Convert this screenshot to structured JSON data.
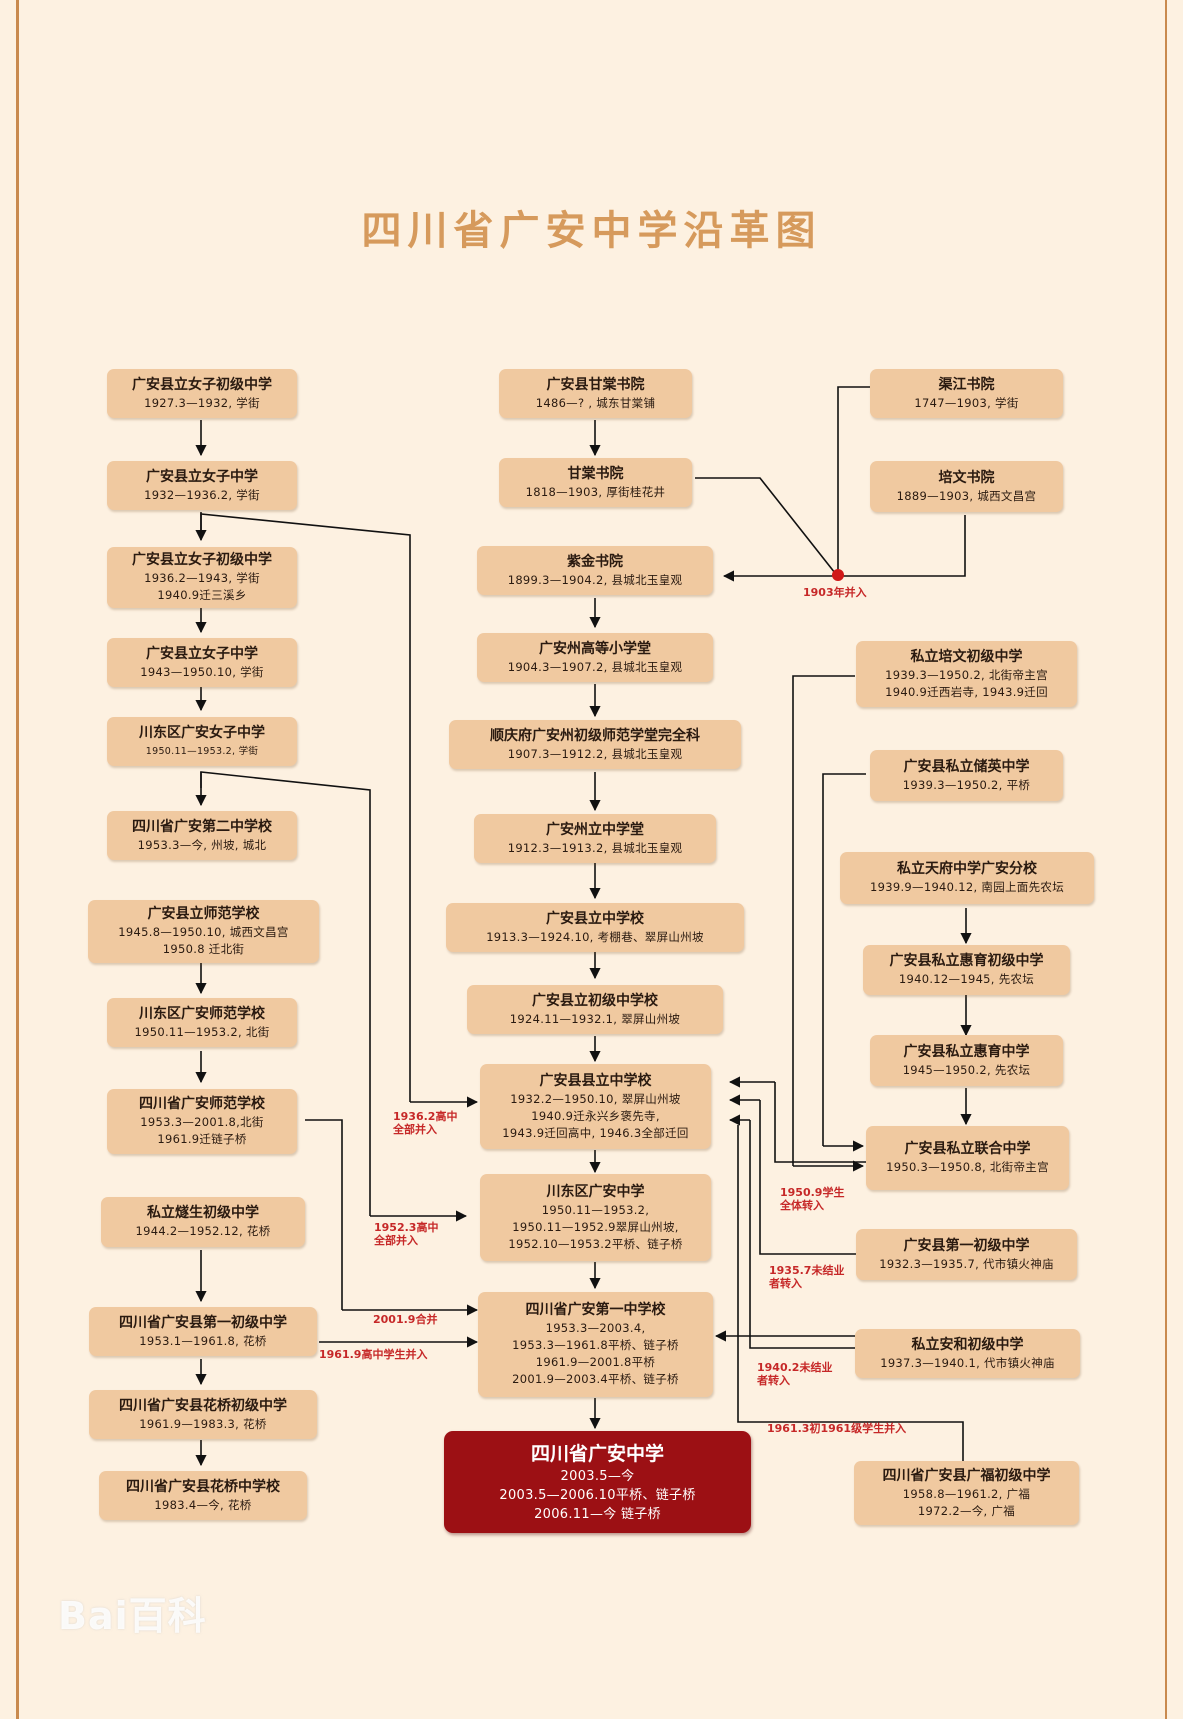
{
  "title": "四川省广安中学沿革图",
  "watermark": "Bai百科",
  "colors": {
    "box": "#f0c9a0",
    "final": "#9c1014",
    "accent": "#c62828",
    "title": "#d69a5c"
  },
  "left": [
    {
      "name": "广安县立女子初级中学",
      "lines": [
        "1927.3—1932, 学街"
      ]
    },
    {
      "name": "广安县立女子中学",
      "lines": [
        "1932—1936.2, 学街"
      ]
    },
    {
      "name": "广安县立女子初级中学",
      "lines": [
        "1936.2—1943, 学街",
        "1940.9迁三溪乡"
      ]
    },
    {
      "name": "广安县立女子中学",
      "lines": [
        "1943—1950.10, 学街"
      ]
    },
    {
      "name": "川东区广安女子中学",
      "lines": [
        "1950.11—1953.2, 学街"
      ]
    },
    {
      "name": "四川省广安第二中学校",
      "lines": [
        "1953.3—今, 州坡, 城北"
      ]
    },
    {
      "name": "广安县立师范学校",
      "lines": [
        "1945.8—1950.10, 城西文昌宫",
        "1950.8 迁北街"
      ]
    },
    {
      "name": "川东区广安师范学校",
      "lines": [
        "1950.11—1953.2, 北街"
      ]
    },
    {
      "name": "四川省广安师范学校",
      "lines": [
        "1953.3—2001.8,北街",
        "1961.9迁链子桥"
      ]
    },
    {
      "name": "私立燧生初级中学",
      "lines": [
        "1944.2—1952.12, 花桥"
      ]
    },
    {
      "name": "四川省广安县第一初级中学",
      "lines": [
        "1953.1—1961.8, 花桥"
      ]
    },
    {
      "name": "四川省广安县花桥初级中学",
      "lines": [
        "1961.9—1983.3, 花桥"
      ]
    },
    {
      "name": "四川省广安县花桥中学校",
      "lines": [
        "1983.4—今, 花桥"
      ]
    }
  ],
  "center": [
    {
      "name": "广安县甘棠书院",
      "lines": [
        "1486—? , 城东甘棠铺"
      ]
    },
    {
      "name": "甘棠书院",
      "lines": [
        "1818—1903, 厚街桂花井"
      ]
    },
    {
      "name": "紫金书院",
      "lines": [
        "1899.3—1904.2, 县城北玉皇观"
      ]
    },
    {
      "name": "广安州高等小学堂",
      "lines": [
        "1904.3—1907.2, 县城北玉皇观"
      ]
    },
    {
      "name": "顺庆府广安州初级师范学堂完全科",
      "lines": [
        "1907.3—1912.2, 县城北玉皇观"
      ]
    },
    {
      "name": "广安州立中学堂",
      "lines": [
        "1912.3—1913.2, 县城北玉皇观"
      ]
    },
    {
      "name": "广安县立中学校",
      "lines": [
        "1913.3—1924.10, 考棚巷、翠屏山州坡"
      ]
    },
    {
      "name": "广安县立初级中学校",
      "lines": [
        "1924.11—1932.1, 翠屏山州坡"
      ]
    },
    {
      "name": "广安县县立中学校",
      "lines": [
        "1932.2—1950.10, 翠屏山州坡",
        "1940.9迁永兴乡褒先寺,",
        "1943.9迁回高中, 1946.3全部迁回"
      ]
    },
    {
      "name": "川东区广安中学",
      "lines": [
        "1950.11—1953.2,",
        "1950.11—1952.9翠屏山州坡,",
        "1952.10—1953.2平桥、链子桥"
      ]
    },
    {
      "name": "四川省广安第一中学校",
      "lines": [
        "1953.3—2003.4,",
        "1953.3—1961.8平桥、链子桥",
        "1961.9—2001.8平桥",
        "2001.9—2003.4平桥、链子桥"
      ]
    },
    {
      "name": "四川省广安中学",
      "lines": [
        "2003.5—今",
        "2003.5—2006.10平桥、链子桥",
        "2006.11—今 链子桥"
      ]
    }
  ],
  "right": [
    {
      "name": "渠江书院",
      "lines": [
        "1747—1903, 学街"
      ]
    },
    {
      "name": "培文书院",
      "lines": [
        "1889—1903, 城西文昌宫"
      ]
    },
    {
      "name": "私立培文初级中学",
      "lines": [
        "1939.3—1950.2, 北街帝主宫",
        "1940.9迁西岩寺, 1943.9迁回"
      ]
    },
    {
      "name": "广安县私立储英中学",
      "lines": [
        "1939.3—1950.2, 平桥"
      ]
    },
    {
      "name": "私立天府中学广安分校",
      "lines": [
        "1939.9—1940.12, 南园上面先农坛"
      ]
    },
    {
      "name": "广安县私立惠育初级中学",
      "lines": [
        "1940.12—1945, 先农坛"
      ]
    },
    {
      "name": "广安县私立惠育中学",
      "lines": [
        "1945—1950.2, 先农坛"
      ]
    },
    {
      "name": "广安县私立联合中学",
      "lines": [
        "1950.3—1950.8, 北街帝主宫"
      ]
    },
    {
      "name": "广安县第一初级中学",
      "lines": [
        "1932.3—1935.7, 代市镇火神庙"
      ]
    },
    {
      "name": "私立安和初级中学",
      "lines": [
        "1937.3—1940.1, 代市镇火神庙"
      ]
    },
    {
      "name": "四川省广安县广福初级中学",
      "lines": [
        "1958.8—1961.2, 广福",
        "1972.2—今, 广福"
      ]
    }
  ],
  "annotations": [
    "1903年并入",
    "1936.2高中\n全部并入",
    "1952.3高中\n全部并入",
    "2001.9合并",
    "1961.9高中学生并入",
    "1950.9学生\n全体转入",
    "1935.7未结业\n者转入",
    "1940.2未结业\n者转入",
    "1961.3初1961级学生并入"
  ]
}
